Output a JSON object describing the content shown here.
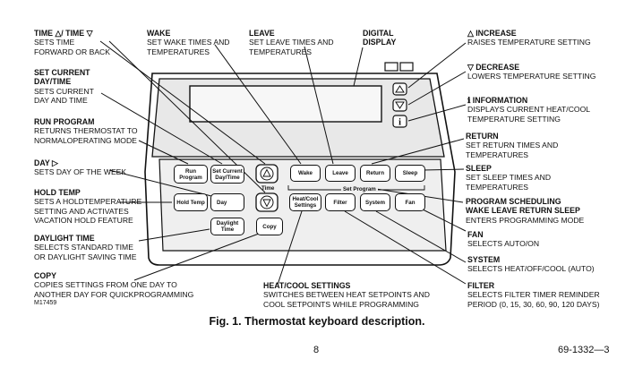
{
  "labels": {
    "time": {
      "title": "TIME △/ TIME ▽",
      "desc": [
        "SETS TIME",
        "FORWARD OR BACK"
      ]
    },
    "set_current": {
      "title": [
        "SET CURRENT",
        "DAY/TIME"
      ],
      "desc": [
        "SETS CURRENT",
        "DAY AND TIME"
      ]
    },
    "run_program": {
      "title": "RUN PROGRAM",
      "desc": [
        "RETURNS THERMOSTAT TO",
        "NORMALOPERATING MODE"
      ]
    },
    "day": {
      "title": "DAY ▷",
      "desc": [
        "SETS DAY OF THE WEEK"
      ]
    },
    "hold_temp": {
      "title": "HOLD TEMP",
      "desc": [
        "SETS A HOLDTEMPERATURE",
        "SETTING AND ACTIVATES",
        "VACATION HOLD FEATURE"
      ]
    },
    "daylight": {
      "title": "DAYLIGHT TIME",
      "desc": [
        "SELECTS STANDARD TIME",
        " OR DAYLIGHT SAVING TIME"
      ]
    },
    "copy": {
      "title": "COPY",
      "desc": [
        "COPIES SETTINGS FROM ONE DAY TO",
        "ANOTHER DAY FOR QUICKPROGRAMMING"
      ]
    },
    "wake": {
      "title": "WAKE",
      "desc": [
        "SET WAKE TIMES AND",
        "TEMPERATURES"
      ]
    },
    "leave": {
      "title": "LEAVE",
      "desc": [
        "SET LEAVE TIMES AND",
        "TEMPERATURES"
      ]
    },
    "digital": {
      "title": [
        "DIGITAL",
        "DISPLAY"
      ]
    },
    "increase": {
      "title": "△ INCREASE",
      "desc": [
        "RAISES TEMPERATURE SETTING"
      ]
    },
    "decrease": {
      "title": "▽ DECREASE",
      "desc": [
        "LOWERS TEMPERATURE SETTING"
      ]
    },
    "information": {
      "title": "ℹ INFORMATION",
      "desc": [
        "DISPLAYS CURRENT HEAT/COOL",
        "TEMPERATURE SETTING"
      ]
    },
    "return": {
      "title": "RETURN",
      "desc": [
        "SET RETURN TIMES AND",
        "TEMPERATURES"
      ]
    },
    "sleep": {
      "title": "SLEEP",
      "desc": [
        "SET SLEEP TIMES AND",
        "TEMPERATURES"
      ]
    },
    "prog_sched": {
      "title": [
        "PROGRAM SCHEDULING",
        "WAKE LEAVE RETURN SLEEP"
      ],
      "desc": [
        "ENTERS PROGRAMMING MODE"
      ]
    },
    "fan": {
      "title": "FAN",
      "desc": [
        "SELECTS AUTO/ON"
      ]
    },
    "system": {
      "title": "SYSTEM",
      "desc": [
        "SELECTS HEAT/OFF/COOL (AUTO)"
      ]
    },
    "filter": {
      "title": "FILTER",
      "desc": [
        "SELECTS FILTER TIMER REMINDER",
        "PERIOD (0, 15, 30, 60, 90, 120 DAYS)"
      ]
    },
    "heatcool": {
      "title": "HEAT/COOL SETTINGS",
      "desc": [
        "SWITCHES BETWEEN HEAT SETPOINTS AND",
        "COOL SETPOINTS WHILE PROGRAMMING"
      ]
    }
  },
  "buttons": {
    "run_program": [
      "Run",
      "Program"
    ],
    "set_current": [
      "Set Current",
      "Day/Time"
    ],
    "hold_temp": "Hold Temp",
    "day": "Day",
    "daylight": [
      "Daylight",
      "Time"
    ],
    "copy": "Copy",
    "wake": "Wake",
    "leave": "Leave",
    "return": "Return",
    "sleep": "Sleep",
    "heatcool": [
      "Heat/Cool",
      "Settings"
    ],
    "filter": "Filter",
    "system": "System",
    "fan": "Fan",
    "time_label": "Time",
    "set_program_label": "Set Program"
  },
  "figure_id": "M17459",
  "caption": "Fig. 1. Thermostat keyboard description.",
  "page_number": "8",
  "doc_number": "69-1332—3"
}
